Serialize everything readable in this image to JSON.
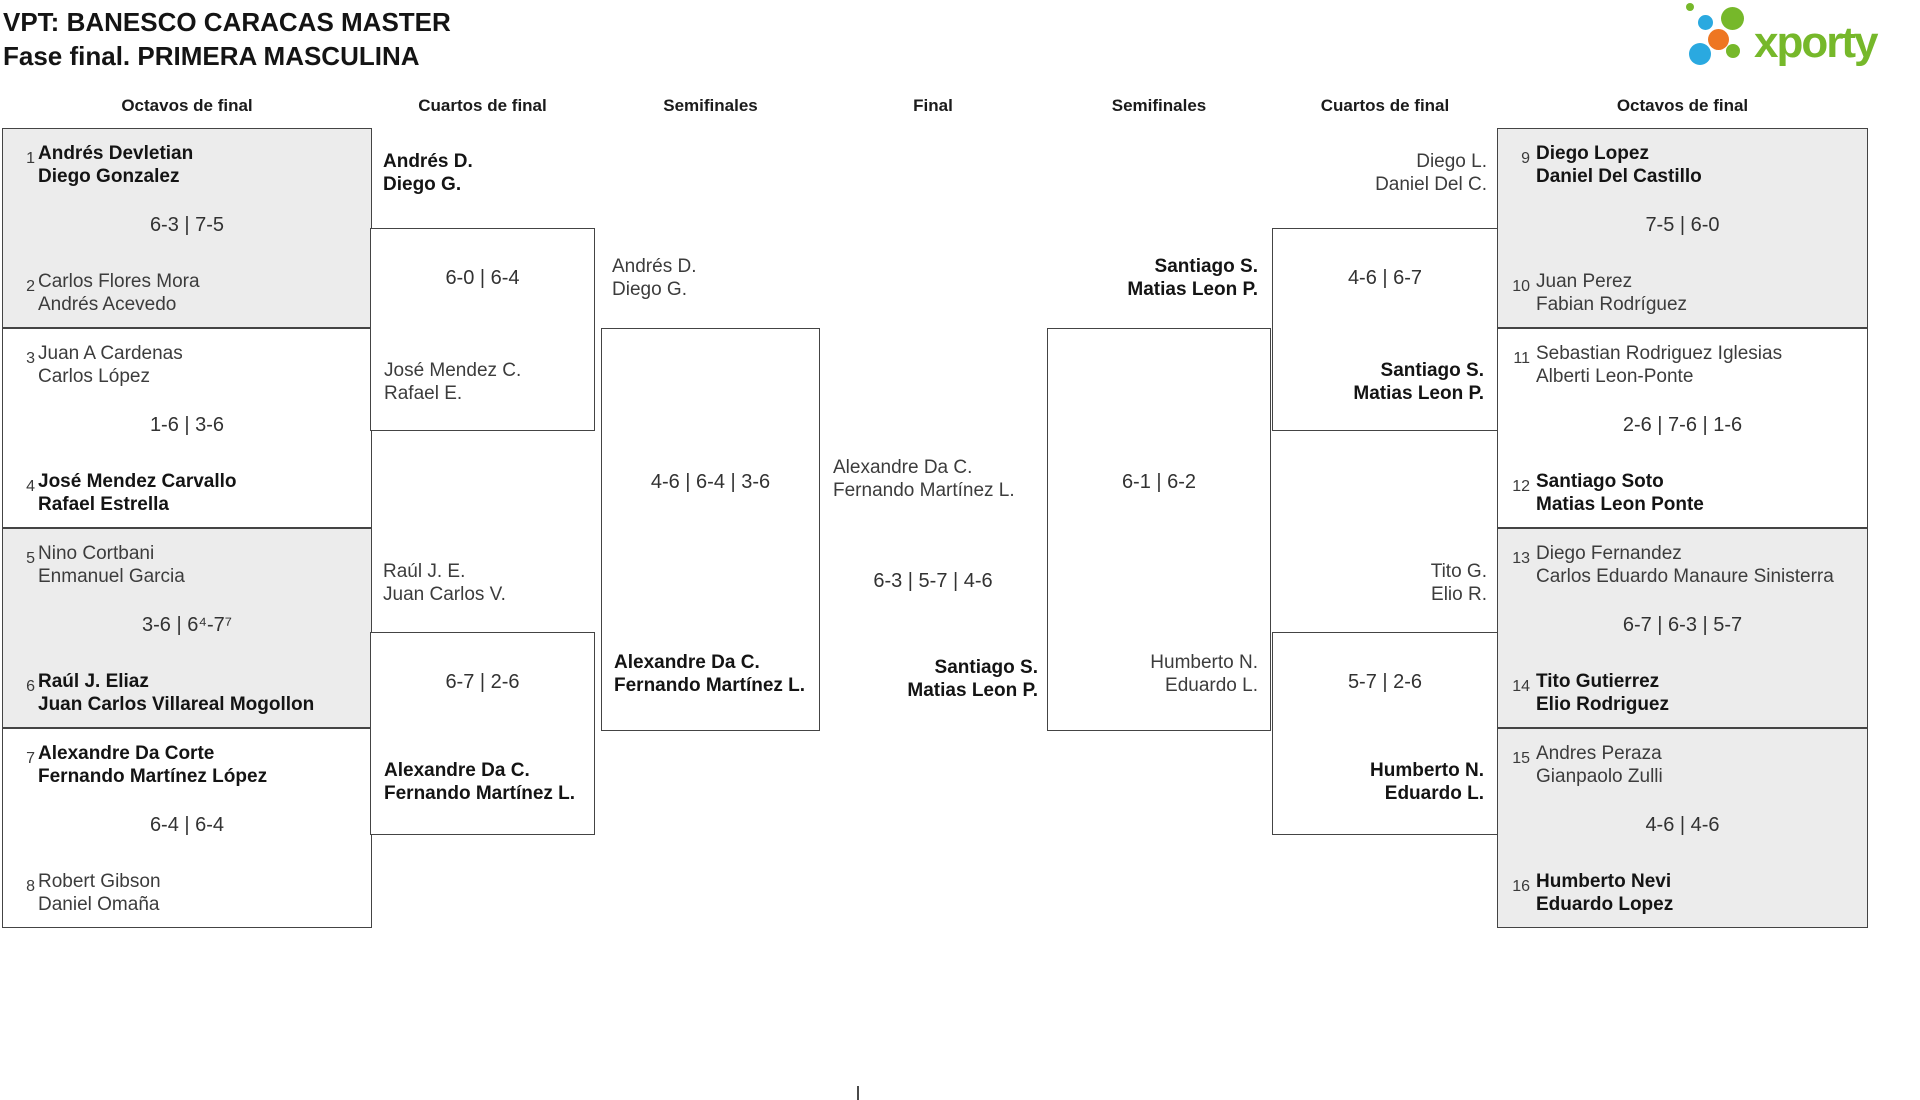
{
  "page": {
    "title_line1": "VPT: BANESCO CARACAS MASTER",
    "title_line2": "Fase final. PRIMERA MASCULINA"
  },
  "logo": {
    "text": "xporty",
    "green": "#76b82a",
    "blue": "#2aa9e0",
    "orange": "#ee7622"
  },
  "round_headers": [
    "Octavos de final",
    "Cuartos de final",
    "Semifinales",
    "Final",
    "Semifinales",
    "Cuartos de final",
    "Octavos de final"
  ],
  "colors": {
    "shaded_match_bg": "#ececec",
    "border": "#444444",
    "winner_text": "#141414",
    "regular_text": "#3c3c3c"
  },
  "bracket": {
    "octavos_left": [
      {
        "seed1": "1",
        "team1": [
          "Andrés Devletian",
          "Diego Gonzalez"
        ],
        "score": "6-3 | 7-5",
        "seed2": "2",
        "team2": [
          "Carlos Flores Mora",
          "Andrés Acevedo"
        ],
        "winner": "team1",
        "shaded": true
      },
      {
        "seed1": "3",
        "team1": [
          "Juan A Cardenas",
          "Carlos López"
        ],
        "score": "1-6 | 3-6",
        "seed2": "4",
        "team2": [
          "José Mendez Carvallo",
          "Rafael Estrella"
        ],
        "winner": "team2",
        "shaded": false
      },
      {
        "seed1": "5",
        "team1": [
          "Nino Cortbani",
          "Enmanuel Garcia"
        ],
        "score": "3-6 | 6⁴-7⁷",
        "seed2": "6",
        "team2": [
          "Raúl J. Eliaz",
          "Juan Carlos Villareal Mogollon"
        ],
        "winner": "team2",
        "shaded": true
      },
      {
        "seed1": "7",
        "team1": [
          "Alexandre Da Corte",
          "Fernando Martínez López"
        ],
        "score": "6-4 | 6-4",
        "seed2": "8",
        "team2": [
          "Robert Gibson",
          "Daniel Omaña"
        ],
        "winner": "team1",
        "shaded": false
      }
    ],
    "octavos_right": [
      {
        "seed1": "9",
        "team1": [
          "Diego Lopez",
          "Daniel Del Castillo"
        ],
        "score": "7-5 | 6-0",
        "seed2": "10",
        "team2": [
          "Juan Perez",
          "Fabian Rodríguez"
        ],
        "winner": "team1",
        "shaded": true
      },
      {
        "seed1": "11",
        "team1": [
          "Sebastian Rodriguez Iglesias",
          "Alberti Leon-Ponte"
        ],
        "score": "2-6 | 7-6 | 1-6",
        "seed2": "12",
        "team2": [
          "Santiago Soto",
          "Matias Leon Ponte"
        ],
        "winner": "team2",
        "shaded": false
      },
      {
        "seed1": "13",
        "team1": [
          "Diego Fernandez",
          "Carlos Eduardo Manaure Sinisterra"
        ],
        "score": "6-7 | 6-3 | 5-7",
        "seed2": "14",
        "team2": [
          "Tito Gutierrez",
          "Elio Rodriguez"
        ],
        "winner": "team2",
        "shaded": true
      },
      {
        "seed1": "15",
        "team1": [
          "Andres Peraza",
          "Gianpaolo Zulli"
        ],
        "score": "4-6 | 4-6",
        "seed2": "16",
        "team2": [
          "Humberto Nevi",
          "Eduardo Lopez"
        ],
        "winner": "team2",
        "shaded": true
      }
    ],
    "cuartos_left": [
      {
        "entrant": [
          "Andrés D.",
          "Diego G."
        ],
        "entrant_winner": true,
        "score": "6-0 | 6-4",
        "opponent": [
          "José Mendez C.",
          "Rafael E."
        ],
        "opponent_winner": false
      },
      {
        "entrant": [
          "Raúl J. E.",
          "Juan Carlos V."
        ],
        "entrant_winner": false,
        "score": "6-7 | 2-6",
        "opponent": [
          "Alexandre Da C.",
          "Fernando Martínez L."
        ],
        "opponent_winner": true
      }
    ],
    "cuartos_right": [
      {
        "entrant": [
          "Diego L.",
          "Daniel Del C."
        ],
        "entrant_winner": false,
        "score": "4-6 | 6-7",
        "opponent": [
          "Santiago S.",
          "Matias Leon P."
        ],
        "opponent_winner": true
      },
      {
        "entrant": [
          "Tito G.",
          "Elio R."
        ],
        "entrant_winner": false,
        "score": "5-7 | 2-6",
        "opponent": [
          "Humberto N.",
          "Eduardo L."
        ],
        "opponent_winner": true
      }
    ],
    "semifinal_left": {
      "entrant": [
        "Andrés D.",
        "Diego G."
      ],
      "entrant_winner": false,
      "score": "4-6 | 6-4 | 3-6",
      "opponent": [
        "Alexandre Da C.",
        "Fernando Martínez L."
      ],
      "opponent_winner": true
    },
    "semifinal_right": {
      "entrant": [
        "Santiago S.",
        "Matias Leon P."
      ],
      "entrant_winner": true,
      "score": "6-1 | 6-2",
      "opponent": [
        "Humberto N.",
        "Eduardo L."
      ],
      "opponent_winner": false
    },
    "final": {
      "team_left": [
        "Alexandre Da C.",
        "Fernando Martínez L."
      ],
      "team_left_winner": false,
      "score": "6-3 | 5-7 | 4-6",
      "team_right": [
        "Santiago S.",
        "Matias Leon P."
      ],
      "team_right_winner": true
    }
  }
}
